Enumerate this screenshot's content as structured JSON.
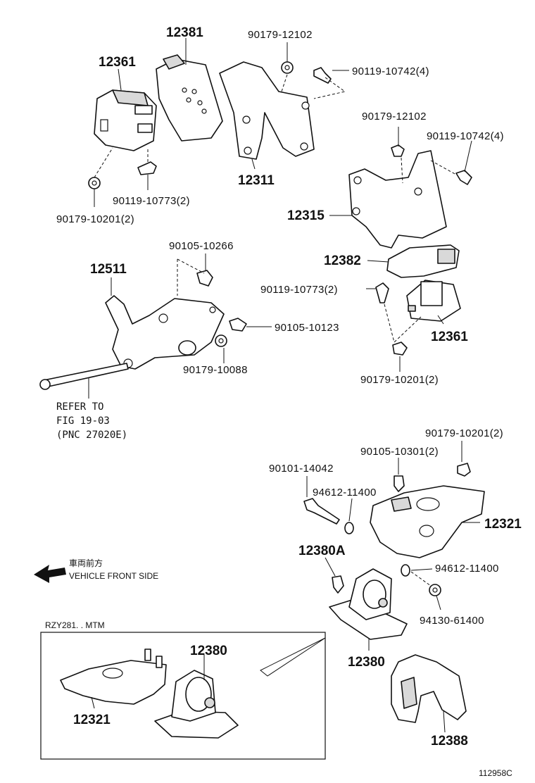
{
  "labels": {
    "p12381": "12381",
    "p90179_12102_a": "90179-12102",
    "p12361_a": "12361",
    "p90119_10742_a": "90119-10742(4)",
    "p90179_12102_b": "90179-12102",
    "p90119_10742_b": "90119-10742(4)",
    "p12311": "12311",
    "p90119_10773_a": "90119-10773(2)",
    "p90179_10201_a": "90179-10201(2)",
    "p12315": "12315",
    "p90105_10266": "90105-10266",
    "p12511": "12511",
    "p12382": "12382",
    "p90119_10773_b": "90119-10773(2)",
    "p90105_10123": "90105-10123",
    "p12361_b": "12361",
    "p90179_10088": "90179-10088",
    "p90179_10201_b": "90179-10201(2)",
    "p90179_10201_c": "90179-10201(2)",
    "p90105_10301": "90105-10301(2)",
    "p90101_14042": "90101-14042",
    "p94612_11400_a": "94612-11400",
    "p12321_a": "12321",
    "p12380A": "12380A",
    "p94612_11400_b": "94612-11400",
    "p94130_61400": "94130-61400",
    "p12380_a": "12380",
    "p12380_b": "12380",
    "p12321_b": "12321",
    "p12388": "12388"
  },
  "refer_note": [
    "REFER TO",
    "FIG 19-03",
    "(PNC 27020E)"
  ],
  "direction": {
    "japanese": "車両前方",
    "english": "VEHICLE FRONT SIDE"
  },
  "inset_title": "RZY281. . MTM",
  "figure_id": "112958C"
}
